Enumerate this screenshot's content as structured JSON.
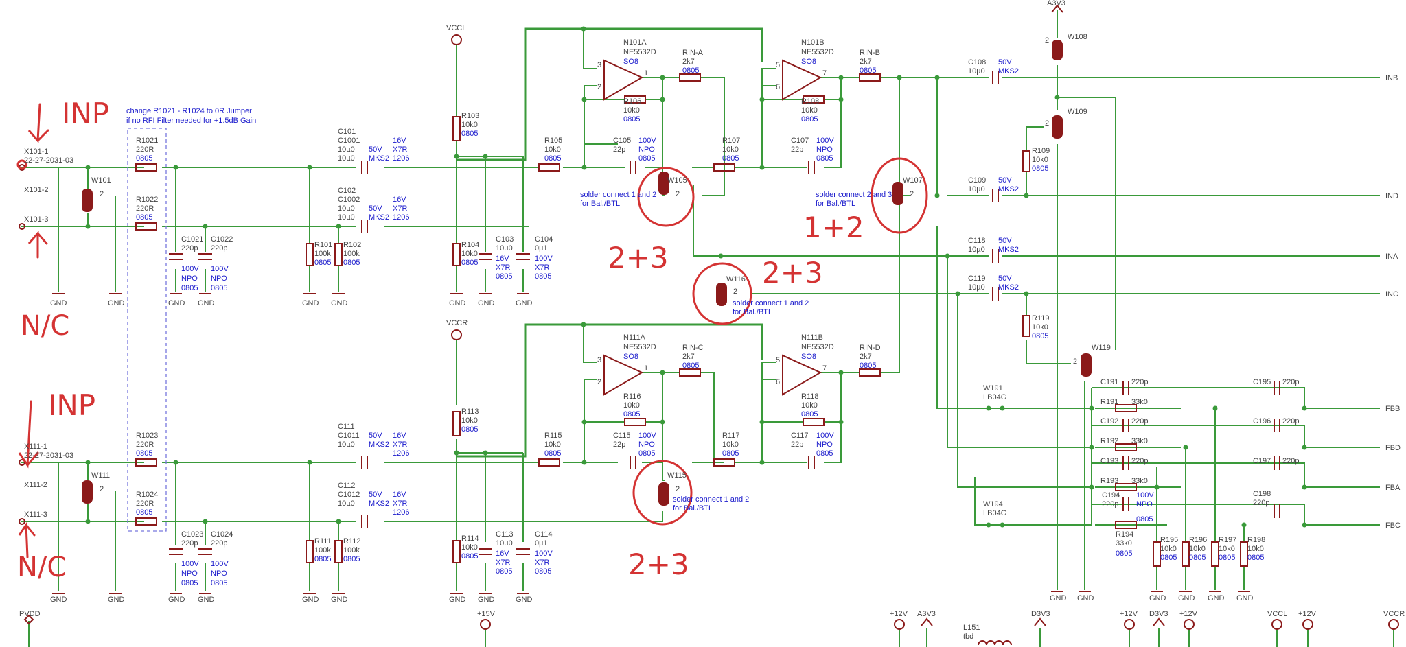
{
  "note": {
    "line1": "change R1021 - R1024 to 0R Jumper",
    "line2": "if no RFI Filter needed for +1.5dB Gain"
  },
  "solder": {
    "w105": {
      "line1": "solder connect 1 and 2",
      "line2": "for Bal./BTL"
    },
    "w107": {
      "line1": "solder connect 2 and 3",
      "line2": "for Bal./BTL"
    },
    "w116": {
      "line1": "solder connect 1 and 2",
      "line2": "for Bal./BTL"
    },
    "w115": {
      "line1": "solder connect 1 and 2",
      "line2": "for Bal./BTL"
    }
  },
  "handwritten": {
    "inp_top": "INP",
    "nc_top": "N/C",
    "inp_bottom": "INP",
    "nc_bottom": "N/C",
    "w105": "2+3",
    "w107": "1+2",
    "w116": "2+3",
    "w115": "2+3"
  },
  "connectors": {
    "x101_1": "X101-1",
    "x101_1b": "22-27-2031-03",
    "x101_2": "X101-2",
    "x101_3": "X101-3",
    "x111_1": "X111-1",
    "x111_1b": "22-27-2031-03",
    "x111_2": "X111-2",
    "x111_3": "X111-3"
  },
  "nets": {
    "vccl": "VCCL",
    "vccr": "VCCR",
    "a3v3": "A3V3",
    "pvdd": "PVDD",
    "p15v": "+15V",
    "p12v": "+12V",
    "d3v3": "D3V3",
    "gnd": "GND"
  },
  "outputs": {
    "inb": "INB",
    "ind": "IND",
    "ina": "INA",
    "inc": "INC",
    "fbb": "FBB",
    "fbd": "FBD",
    "fba": "FBA",
    "fbc": "FBC"
  },
  "opamps": {
    "n101a": {
      "ref": "N101A",
      "part": "NE5532D",
      "pkg": "SO8"
    },
    "n101b": {
      "ref": "N101B",
      "part": "NE5532D",
      "pkg": "SO8"
    },
    "n111a": {
      "ref": "N111A",
      "part": "NE5532D",
      "pkg": "SO8"
    },
    "n111b": {
      "ref": "N111B",
      "part": "NE5532D",
      "pkg": "SO8"
    }
  },
  "parts": {
    "r1021": {
      "ref": "R1021",
      "v": "220R",
      "p": "0805"
    },
    "r1022": {
      "ref": "R1022",
      "v": "220R",
      "p": "0805"
    },
    "r1023": {
      "ref": "R1023",
      "v": "220R",
      "p": "0805"
    },
    "r1024": {
      "ref": "R1024",
      "v": "220R",
      "p": "0805"
    },
    "c1021": {
      "ref": "C1021",
      "v": "220p",
      "v2": "100V",
      "d": "NPO",
      "p": "0805"
    },
    "c1022": {
      "ref": "C1022",
      "v": "220p",
      "v2": "100V",
      "d": "NPO",
      "p": "0805"
    },
    "c1023": {
      "ref": "C1023",
      "v": "220p",
      "v2": "100V",
      "d": "NPO",
      "p": "0805"
    },
    "c1024": {
      "ref": "C1024",
      "v": "220p",
      "v2": "100V",
      "d": "NPO",
      "p": "0805"
    },
    "c101": {
      "ref": "C101",
      "ref2": "C1001",
      "v": "10µ0",
      "v2": "10µ0",
      "r": "50V",
      "t": "MKS2",
      "r2": "16V",
      "t2": "X7R",
      "p": "1206"
    },
    "c102": {
      "ref": "C102",
      "ref2": "C1002",
      "v": "10µ0",
      "v2": "10µ0",
      "r": "50V",
      "t": "MKS2",
      "r2": "16V",
      "t2": "X7R",
      "p": "1206"
    },
    "c111": {
      "ref": "C111",
      "ref2": "C1011",
      "v": "10µ0",
      "r": "50V",
      "t": "MKS2",
      "r2": "16V",
      "t2": "X7R",
      "p": "1206"
    },
    "c112": {
      "ref": "C112",
      "ref2": "C1012",
      "v": "10µ0",
      "r": "50V",
      "t": "MKS2",
      "r2": "16V",
      "t2": "X7R",
      "p": "1206"
    },
    "r101": {
      "ref": "R101",
      "v": "100k",
      "p": "0805"
    },
    "r102": {
      "ref": "R102",
      "v": "100k",
      "p": "0805"
    },
    "r111": {
      "ref": "R111",
      "v": "100k",
      "p": "0805"
    },
    "r112": {
      "ref": "R112",
      "v": "100k",
      "p": "0805"
    },
    "r103": {
      "ref": "R103",
      "v": "10k0",
      "p": "0805"
    },
    "r104": {
      "ref": "R104",
      "v": "10k0",
      "p": "0805"
    },
    "r113": {
      "ref": "R113",
      "v": "10k0",
      "p": "0805"
    },
    "r114": {
      "ref": "R114",
      "v": "10k0",
      "p": "0805"
    },
    "c103": {
      "ref": "C103",
      "v": "10µ0",
      "r": "16V",
      "d": "X7R",
      "p": "0805"
    },
    "c104": {
      "ref": "C104",
      "v": "0µ1",
      "r": "100V",
      "d": "X7R",
      "p": "0805"
    },
    "c113": {
      "ref": "C113",
      "v": "10µ0",
      "r": "16V",
      "d": "X7R",
      "p": "0805"
    },
    "c114": {
      "ref": "C114",
      "v": "0µ1",
      "r": "100V",
      "d": "X7R",
      "p": "0805"
    },
    "r105": {
      "ref": "R105",
      "v": "10k0",
      "p": "0805"
    },
    "r106": {
      "ref": "R106",
      "v": "10k0",
      "p": "0805"
    },
    "r107": {
      "ref": "R107",
      "v": "10k0",
      "p": "0805"
    },
    "r108": {
      "ref": "R108",
      "v": "10k0",
      "p": "0805"
    },
    "r115": {
      "ref": "R115",
      "v": "10k0",
      "p": "0805"
    },
    "r116": {
      "ref": "R116",
      "v": "10k0",
      "p": "0805"
    },
    "r117": {
      "ref": "R117",
      "v": "10k0",
      "p": "0805"
    },
    "r118": {
      "ref": "R118",
      "v": "10k0",
      "p": "0805"
    },
    "c105": {
      "ref": "C105",
      "v": "22p",
      "r": "100V",
      "d": "NPO",
      "p": "0805"
    },
    "c107": {
      "ref": "C107",
      "v": "22p",
      "r": "100V",
      "d": "NPO",
      "p": "0805"
    },
    "c115": {
      "ref": "C115",
      "v": "22p",
      "r": "100V",
      "d": "NPO",
      "p": "0805"
    },
    "c117": {
      "ref": "C117",
      "v": "22p",
      "r": "100V",
      "d": "NPO",
      "p": "0805"
    },
    "rina": {
      "ref": "RIN-A",
      "v": "2k7",
      "p": "0805"
    },
    "rinb": {
      "ref": "RIN-B",
      "v": "2k7",
      "p": "0805"
    },
    "rinc": {
      "ref": "RIN-C",
      "v": "2k7",
      "p": "0805"
    },
    "rind": {
      "ref": "RIN-D",
      "v": "2k7",
      "p": "0805"
    },
    "c108": {
      "ref": "C108",
      "v": "10µ0",
      "r": "50V",
      "t": "MKS2"
    },
    "c109": {
      "ref": "C109",
      "v": "10µ0",
      "r": "50V",
      "t": "MKS2"
    },
    "c118": {
      "ref": "C118",
      "v": "10µ0",
      "r": "50V",
      "t": "MKS2"
    },
    "c119": {
      "ref": "C119",
      "v": "10µ0",
      "r": "50V",
      "t": "MKS2"
    },
    "r109": {
      "ref": "R109",
      "v": "10k0",
      "p": "0805"
    },
    "r119": {
      "ref": "R119",
      "v": "10k0",
      "p": "0805"
    },
    "w101": "W101",
    "w111": "W111",
    "w105": "W105",
    "w107": "W107",
    "w108": "W108",
    "w109": "W109",
    "w115": "W115",
    "w116": "W116",
    "w119": "W119",
    "w191": {
      "ref": "W191",
      "v": "LB04G"
    },
    "w194": {
      "ref": "W194",
      "v": "LB04G"
    },
    "c191": {
      "ref": "C191",
      "v": "220p"
    },
    "c192": {
      "ref": "C192",
      "v": "220p"
    },
    "c193": {
      "ref": "C193",
      "v": "220p"
    },
    "c194": {
      "ref": "C194",
      "v": "220p",
      "r": "100V",
      "d": "NPO",
      "p": "0805"
    },
    "c195": {
      "ref": "C195",
      "v": "220p"
    },
    "c196": {
      "ref": "C196",
      "v": "220p"
    },
    "c197": {
      "ref": "C197",
      "v": "220p"
    },
    "c198": {
      "ref": "C198",
      "v": "220p"
    },
    "r191": {
      "ref": "R191",
      "v": "33k0"
    },
    "r192": {
      "ref": "R192",
      "v": "33k0"
    },
    "r193": {
      "ref": "R193",
      "v": "33k0"
    },
    "r194": {
      "ref": "R194",
      "v": "33k0",
      "p": "0805"
    },
    "r195": {
      "ref": "R195",
      "v": "10k0",
      "p": "0805"
    },
    "r196": {
      "ref": "R196",
      "v": "10k0",
      "p": "0805"
    },
    "r197": {
      "ref": "R197",
      "v": "10k0",
      "p": "0805"
    },
    "r198": {
      "ref": "R198",
      "v": "10k0",
      "p": "0805"
    },
    "l151": {
      "ref": "L151",
      "v": "tbd"
    }
  },
  "pins": {
    "p1": "1",
    "p2": "2",
    "p3": "3",
    "p5": "5",
    "p6": "6",
    "p7": "7"
  }
}
